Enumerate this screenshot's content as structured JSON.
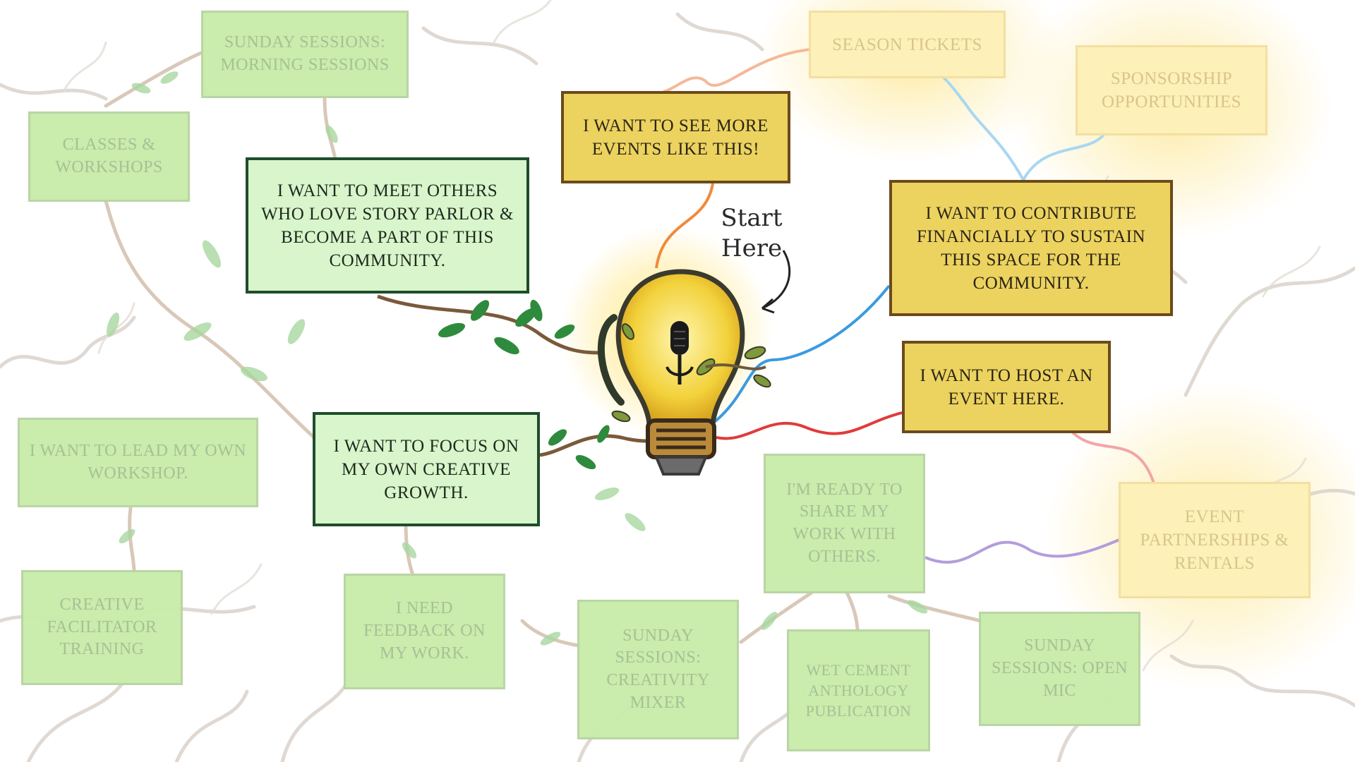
{
  "start_label": "Start Here",
  "start_label_line1": "Start",
  "start_label_line2": "Here",
  "colors": {
    "dim_green_fill": "#c9ecaa",
    "dim_yellow_fill": "#fdf0b8",
    "active_green_fill": "#d8f5cb",
    "active_green_border": "#1f4d2c",
    "active_yellow_fill": "#ecd35f",
    "active_yellow_border": "#6b4a1c",
    "branch_brown": "#7a5a3a",
    "leaf_green": "#2e8b3d",
    "line_orange": "#f08a3c",
    "line_blue": "#3a9be0",
    "line_red": "#e03b3b",
    "line_purple": "#b39ddb"
  },
  "icons": [
    "lightbulb-icon",
    "microphone-icon",
    "curved-arrow-icon"
  ],
  "nodes": {
    "community": "I want to meet others who love Story Parlor & become a part of this community.",
    "creative_growth": "I want to focus on my own creative growth.",
    "see_more": "I want to see more events like this!",
    "contribute": "I want to contribute financially to sustain this space for the community.",
    "host": "I want to host an event here.",
    "sunday_morning": "Sunday Sessions: Morning Sessions",
    "classes": "Classes & Workshops",
    "lead_workshop": "I want to lead my own workshop.",
    "facilitator": "Creative Facilitator Training",
    "feedback": "I need feedback on my work.",
    "mixer": "Sunday Sessions: Creativity Mixer",
    "share_work": "I'm ready to share my work with others.",
    "wet_cement": "Wet Cement Anthology Publication",
    "open_mic": "Sunday Sessions: Open Mic",
    "season_tickets": "Season Tickets",
    "sponsorship": "Sponsorship Opportunities",
    "partnerships": "Event Partnerships & Rentals"
  }
}
